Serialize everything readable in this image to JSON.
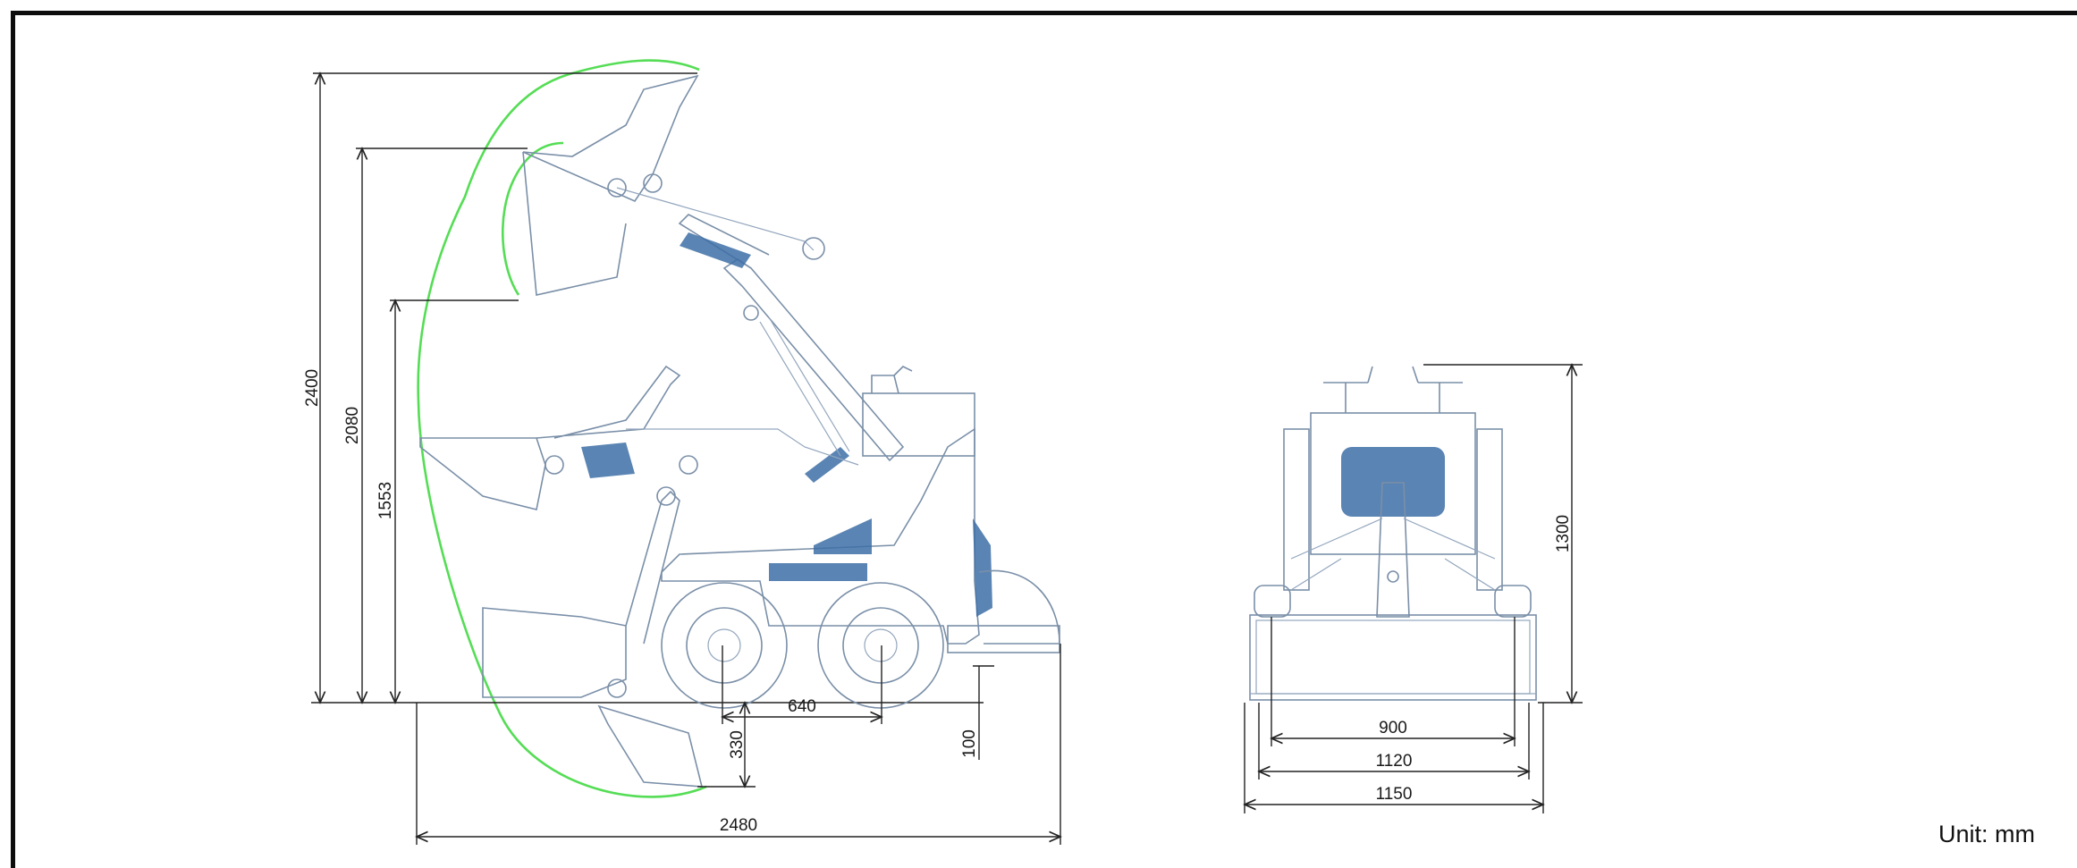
{
  "side_view": {
    "dimensions": {
      "max_height": "2400",
      "hinge_height": "2080",
      "dump_height": "1553",
      "wheelbase": "640",
      "dig_depth": "330",
      "ground_clearance": "100",
      "overall_length": "2480"
    },
    "arc_color": "#55dd55"
  },
  "front_view": {
    "dimensions": {
      "overall_height": "1300",
      "track_width": "900",
      "body_width": "1120",
      "bucket_width": "1150"
    }
  },
  "unit_label": "Unit: mm",
  "colors": {
    "drawing_lines": "#7a8fa8",
    "hatch_fill": "#3d6fa6",
    "dimension_lines": "#222222",
    "frame": "#0d0d0d"
  }
}
